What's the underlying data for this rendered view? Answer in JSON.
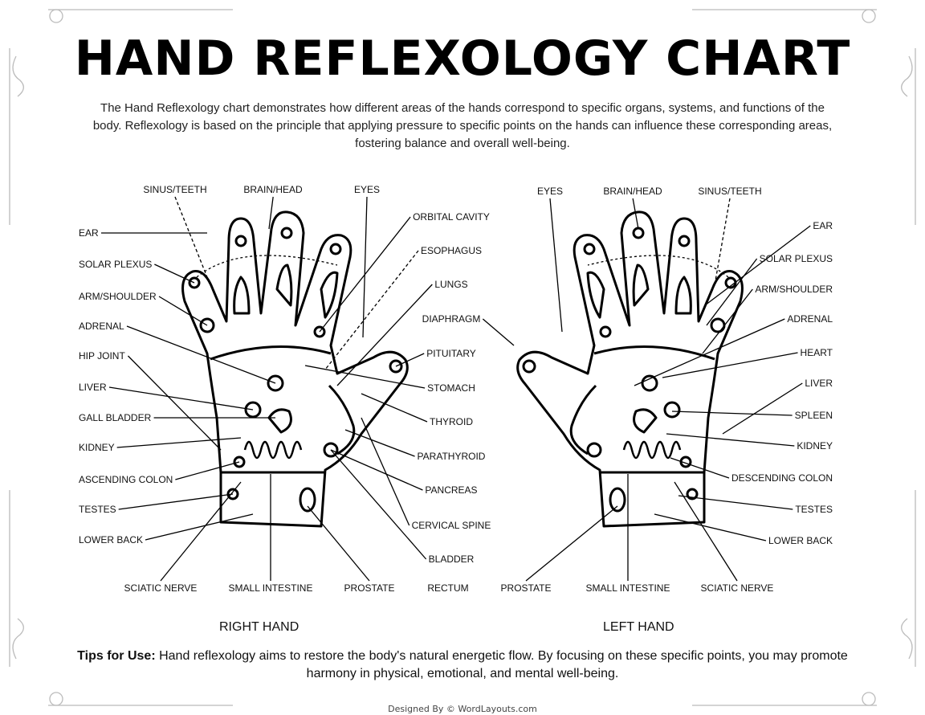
{
  "title": "HAND REFLEXOLOGY CHART",
  "intro": "The Hand Reflexology chart demonstrates how different areas of the hands correspond to specific organs, systems, and functions of the body. Reflexology is based on the principle that applying pressure to specific points on the hands can influence these corresponding areas, fostering balance and overall well-being.",
  "diagram": {
    "right_hand_side_labels": [
      "EAR",
      "SOLAR PLEXUS",
      "ARM/SHOULDER",
      "ADRENAL",
      "HIP JOINT",
      "LIVER",
      "GALL BLADDER",
      "KIDNEY",
      "ASCENDING COLON",
      "TESTES",
      "LOWER BACK"
    ],
    "right_hand_top_labels": [
      "SINUS/TEETH",
      "BRAIN/HEAD",
      "EYES"
    ],
    "center_labels": [
      "ORBITAL CAVITY",
      "ESOPHAGUS",
      "LUNGS",
      "DIAPHRAGM",
      "PITUITARY",
      "STOMACH",
      "THYROID",
      "PARATHYROID",
      "PANCREAS",
      "CERVICAL SPINE",
      "BLADDER"
    ],
    "left_hand_top_labels": [
      "EYES",
      "BRAIN/HEAD",
      "SINUS/TEETH"
    ],
    "left_hand_side_labels": [
      "EAR",
      "SOLAR PLEXUS",
      "ARM/SHOULDER",
      "ADRENAL",
      "HEART",
      "LIVER",
      "SPLEEN",
      "KIDNEY",
      "DESCENDING COLON",
      "TESTES",
      "LOWER BACK"
    ],
    "bottom_labels": [
      "SCIATIC NERVE",
      "SMALL INTESTINE",
      "PROSTATE",
      "RECTUM",
      "PROSTATE",
      "SMALL INTESTINE",
      "SCIATIC NERVE"
    ]
  },
  "hands": {
    "right": "RIGHT HAND",
    "left": "LEFT HAND"
  },
  "tips": {
    "label": "Tips for Use:",
    "text": " Hand reflexology aims to restore the body's natural energetic flow. By focusing on these specific points, you may promote harmony in physical, emotional, and mental well-being."
  },
  "credit": "Designed By © WordLayouts.com"
}
